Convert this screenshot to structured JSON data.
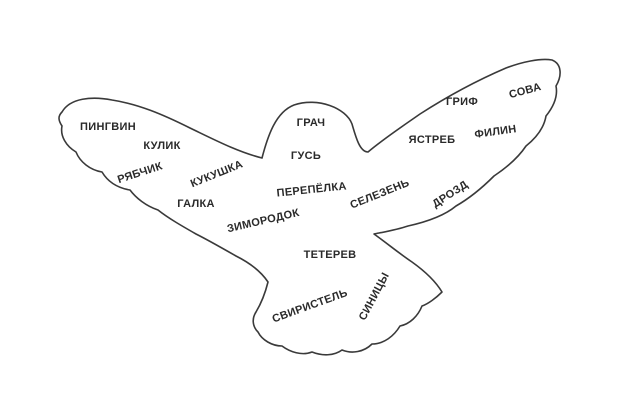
{
  "words": [
    "ПИНГВИН",
    "КУЛИК",
    "РЯБЧИК",
    "КУКУШКА",
    "ГАЛКА",
    "ГРАЧ",
    "ГУСЬ",
    "ПЕРЕПЁЛКА",
    "ЗИМОРОДОК",
    "СЕЛЕЗЕНЬ",
    "ЯСТРЕБ",
    "ГРИФ",
    "СОВА",
    "ФИЛИН",
    "ДРОЗД",
    "ТЕТЕРЕВ",
    "СВИРИСТЕЛЬ",
    "СИНИЦЫ"
  ],
  "colors": {
    "outline": "#3a3a3a",
    "text": "#2a2a2a",
    "background": "#ffffff"
  }
}
